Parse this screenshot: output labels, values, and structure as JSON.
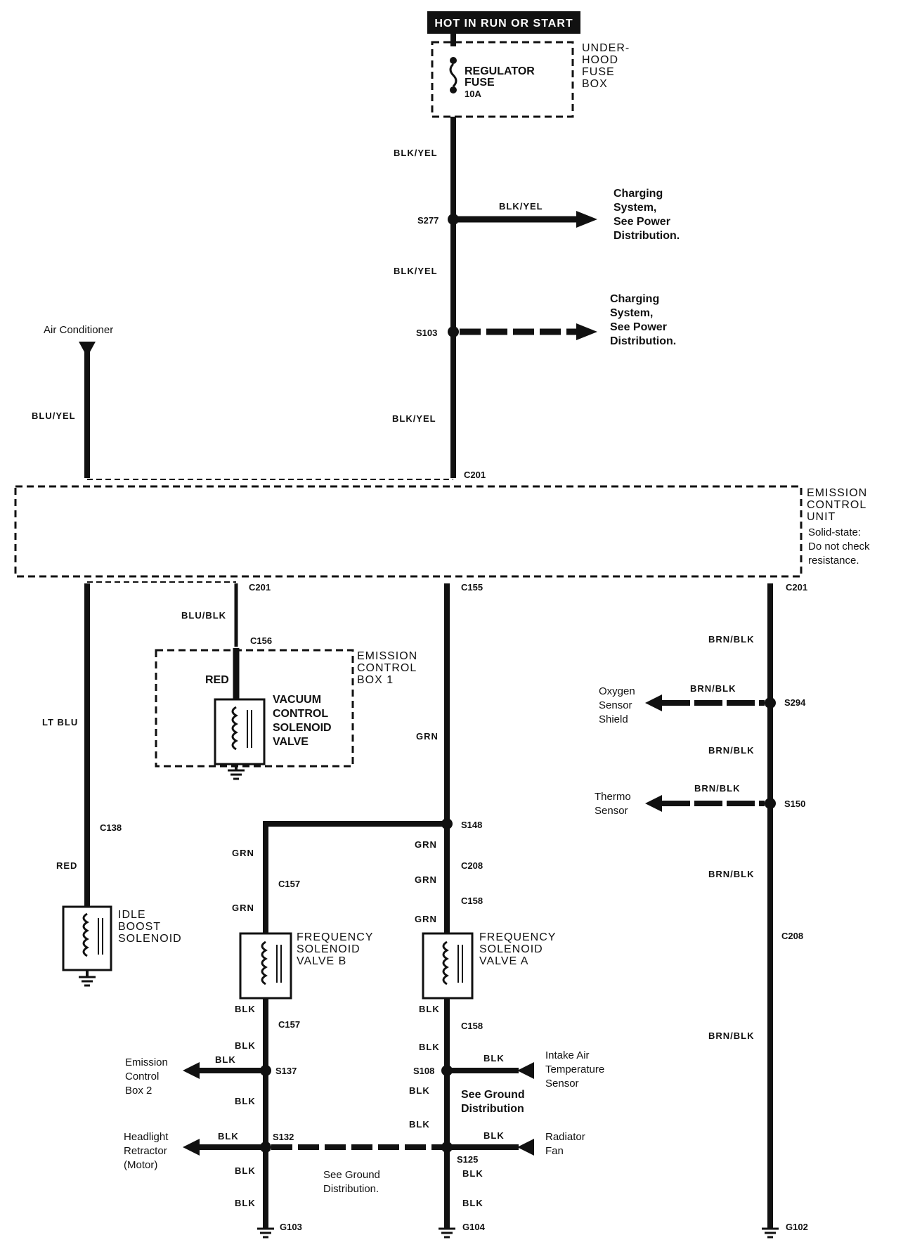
{
  "header": {
    "hot_label": "HOT IN RUN OR START"
  },
  "fuse": {
    "name_line1": "REGULATOR",
    "name_line2": "FUSE",
    "rating": "10A"
  },
  "fuse_box": {
    "line1": "UNDER-",
    "line2": "HOOD",
    "line3": "FUSE",
    "line4": "BOX"
  },
  "wires": {
    "top1": "BLK/YEL",
    "top2": "BLK/YEL",
    "top3": "BLK/YEL",
    "s277_branch": "BLK/YEL",
    "ac": "BLU/YEL",
    "idle_upper": "LT BLU",
    "idle_lower": "RED",
    "vac_upper": "BLU/BLK",
    "vac_lower": "RED",
    "grn_main": "GRN",
    "grn_b1": "GRN",
    "grn_b2": "GRN",
    "grn_a1": "GRN",
    "grn_a2": "GRN",
    "grn_a3": "GRN",
    "blk_b1": "BLK",
    "blk_b2": "BLK",
    "blk_b3": "BLK",
    "blk_b4": "BLK",
    "blk_b5": "BLK",
    "blk_a1": "BLK",
    "blk_a2": "BLK",
    "blk_a3": "BLK",
    "blk_a4": "BLK",
    "blk_a5": "BLK",
    "blk_emission2": "BLK",
    "blk_intake": "BLK",
    "blk_headlight": "BLK",
    "blk_radiator": "BLK",
    "brn1": "BRN/BLK",
    "brn2": "BRN/BLK",
    "brn3": "BRN/BLK",
    "brn4": "BRN/BLK",
    "brn_oxygen": "BRN/BLK",
    "brn_thermo": "BRN/BLK"
  },
  "connectors": {
    "s277": "S277",
    "s103": "S103",
    "c201_top": "C201",
    "c201_l": "C201",
    "c155": "C155",
    "c201_r": "C201",
    "c156": "C156",
    "c138": "C138",
    "s148": "S148",
    "c208_m": "C208",
    "c158_top": "C158",
    "c157_top": "C157",
    "c157_bot": "C157",
    "c158_bot": "C158",
    "s137": "S137",
    "s108": "S108",
    "s132": "S132",
    "s125": "S125",
    "s294": "S294",
    "s150": "S150",
    "c208_r": "C208",
    "g103": "G103",
    "g104": "G104",
    "g102": "G102"
  },
  "labels": {
    "charging1": [
      "Charging",
      "System,",
      "See Power",
      "Distribution."
    ],
    "charging2": [
      "Charging",
      "System,",
      "See Power",
      "Distribution."
    ],
    "air_conditioner": "Air Conditioner",
    "ecu": [
      "EMISSION",
      "CONTROL",
      "UNIT"
    ],
    "ecu_note": [
      "Solid-state:",
      "Do not check",
      "resistance."
    ],
    "ecbox1": [
      "EMISSION",
      "CONTROL",
      "BOX 1"
    ],
    "vacuum": [
      "VACUUM",
      "CONTROL",
      "SOLENOID",
      "VALVE"
    ],
    "idle": [
      "IDLE",
      "BOOST",
      "SOLENOID"
    ],
    "freq_b": [
      "FREQUENCY",
      "SOLENOID",
      "VALVE B"
    ],
    "freq_a": [
      "FREQUENCY",
      "SOLENOID",
      "VALVE A"
    ],
    "oxygen": [
      "Oxygen",
      "Sensor",
      "Shield"
    ],
    "thermo": [
      "Thermo",
      "Sensor"
    ],
    "emission_box2": [
      "Emission",
      "Control",
      "Box 2"
    ],
    "intake": [
      "Intake Air",
      "Temperature",
      "Sensor"
    ],
    "see_ground1": [
      "See Ground",
      "Distribution"
    ],
    "headlight": [
      "Headlight",
      "Retractor",
      "(Motor)"
    ],
    "radiator": [
      "Radiator",
      "Fan"
    ],
    "see_ground2": [
      "See Ground",
      "Distribution."
    ]
  }
}
